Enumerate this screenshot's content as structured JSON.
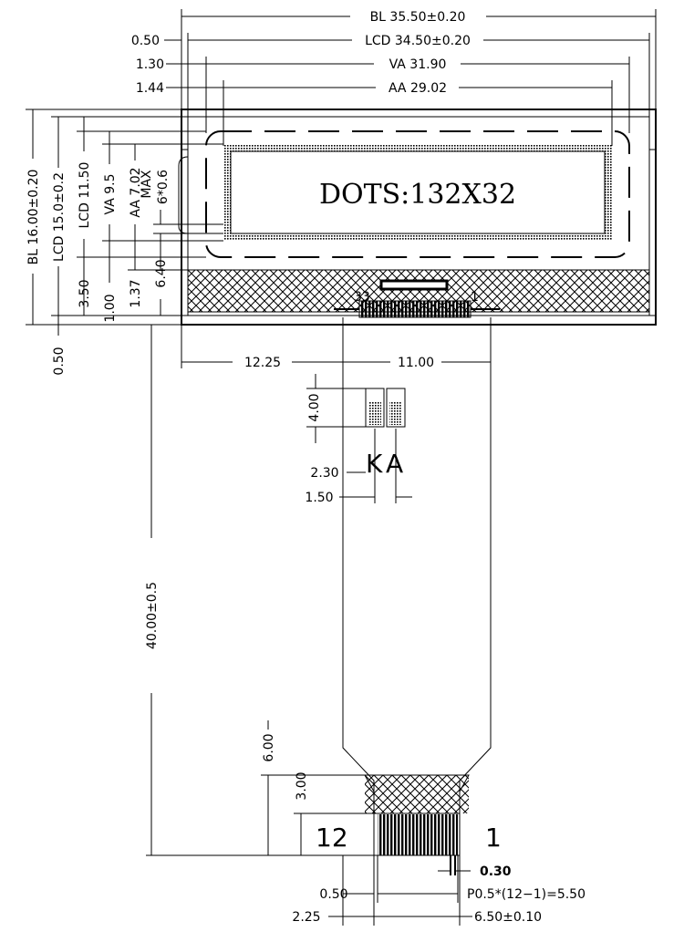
{
  "dimensions": {
    "bl_width": "BL  35.50±0.20",
    "lcd_width": "LCD  34.50±0.20",
    "va_width": "VA  31.90",
    "aa_width": "AA  29.02",
    "left_050": "0.50",
    "left_130": "1.30",
    "left_144": "1.44",
    "bl_height": "BL  16.00±0.20",
    "lcd_height": "LCD  15.0±0.2",
    "lcd_115": "LCD  11.50",
    "va_height": "VA  9.5",
    "aa_height": "AA  7.02",
    "max_label": "MAX",
    "dot_size": "6*0.6",
    "v_350": "3.50",
    "v_100": "1.00",
    "v_137": "1.37",
    "v_640": "6.40",
    "v_050": "0.50",
    "fpc_offset": "12.25",
    "fpc_width_top": "11.00",
    "led_400": "4.00",
    "led_230": "2.30",
    "led_150": "1.50",
    "fpc_length": "40.00±0.5",
    "fpc_600": "6.00",
    "fpc_300": "3.00",
    "pin_030": "0.30",
    "pin_050": "0.50",
    "pitch": "P0.5*(12−1)=5.50",
    "pin_225": "2.25",
    "fpc_width_bottom": "6.50±0.10"
  },
  "labels": {
    "dots": "DOTS:132X32",
    "pin_33": "33",
    "pin_1_top": "1",
    "led_k": "K",
    "led_a": "A",
    "pin_12": "12",
    "pin_1_bottom": "1"
  }
}
